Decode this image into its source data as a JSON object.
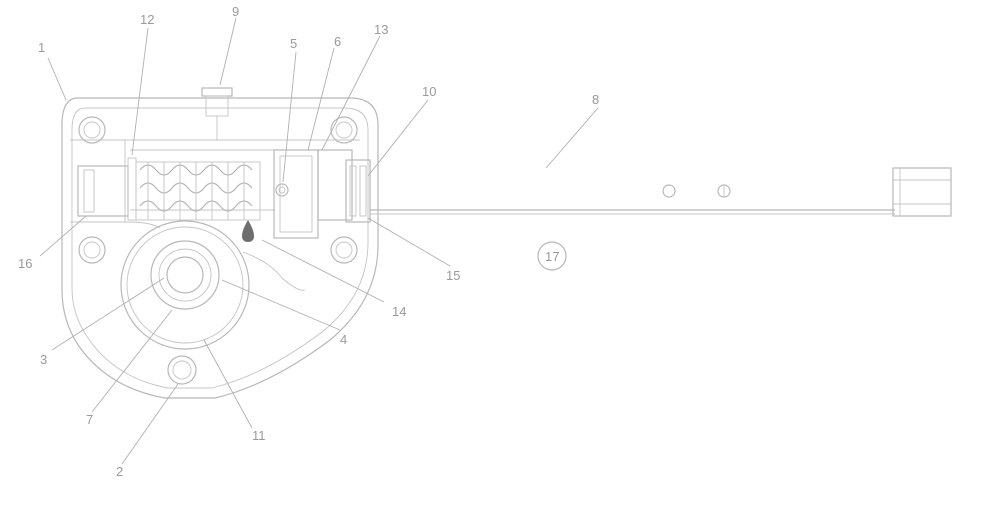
{
  "figure": {
    "callouts": [
      {
        "id": "c1",
        "text": "1"
      },
      {
        "id": "c12",
        "text": "12"
      },
      {
        "id": "c9",
        "text": "9"
      },
      {
        "id": "c5",
        "text": "5"
      },
      {
        "id": "c6",
        "text": "6"
      },
      {
        "id": "c13",
        "text": "13"
      },
      {
        "id": "c10",
        "text": "10"
      },
      {
        "id": "c8",
        "text": "8"
      },
      {
        "id": "c16",
        "text": "16"
      },
      {
        "id": "c15",
        "text": "15"
      },
      {
        "id": "c14",
        "text": "14"
      },
      {
        "id": "c4",
        "text": "4"
      },
      {
        "id": "c3",
        "text": "3"
      },
      {
        "id": "c7",
        "text": "7"
      },
      {
        "id": "c11",
        "text": "11"
      },
      {
        "id": "c2",
        "text": "2"
      },
      {
        "id": "c17",
        "text": "17"
      }
    ]
  }
}
